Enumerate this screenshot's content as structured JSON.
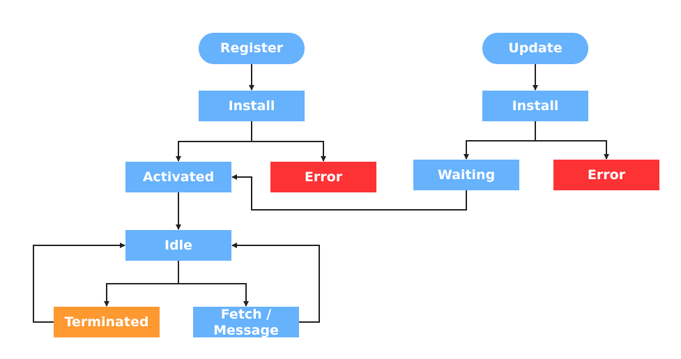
{
  "nodes": {
    "register": "Register",
    "update": "Update",
    "install_left": "Install",
    "install_right": "Install",
    "activated": "Activated",
    "error_left": "Error",
    "waiting": "Waiting",
    "error_right": "Error",
    "idle": "Idle",
    "terminated": "Terminated",
    "fetch_message": "Fetch /\nMessage"
  },
  "colors": {
    "process_blue": "#66b2fc",
    "error_red": "#fc3235",
    "terminated_orange": "#fe9932",
    "connector": "#222222"
  }
}
